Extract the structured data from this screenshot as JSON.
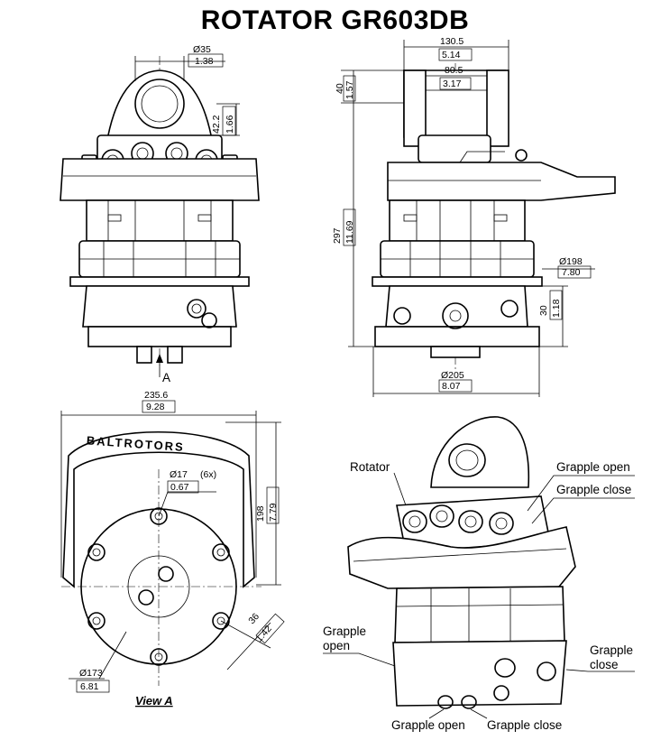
{
  "title": "ROTATOR  GR603DB",
  "front_view": {
    "dim_hole_diameter": {
      "mm": "Ø35",
      "inch": "1.38"
    },
    "dim_pin_height": {
      "mm": "42.2",
      "inch": "1.66"
    },
    "view_marker": "A"
  },
  "side_view": {
    "dim_outer_width": {
      "mm": "130.5",
      "inch": "5.14"
    },
    "dim_inner_width": {
      "mm": "80.5",
      "inch": "3.17"
    },
    "dim_top": {
      "mm": "40",
      "inch": "1.57"
    },
    "dim_total_height": {
      "mm": "297",
      "inch": "11.69"
    },
    "dim_housing_diameter": {
      "mm": "Ø198",
      "inch": "7.80"
    },
    "dim_bottom_height": {
      "mm": "30",
      "inch": "1.18"
    },
    "dim_base_diameter": {
      "mm": "Ø205",
      "inch": "8.07"
    }
  },
  "view_a": {
    "dim_width": {
      "mm": "235.6",
      "inch": "9.28"
    },
    "dim_hole": {
      "mm": "Ø17",
      "count": "(6x)",
      "inch": "0.67"
    },
    "dim_height": {
      "mm": "198",
      "inch": "7.79"
    },
    "dim_offset": {
      "mm": "36",
      "inch": "1.42"
    },
    "dim_bolt_circle": {
      "mm": "Ø173",
      "inch": "6.81"
    },
    "brand_text": "BALTROTORS",
    "caption": "View A"
  },
  "iso_view": {
    "label_rotator": "Rotator",
    "label_grapple_open_top": "Grapple open",
    "label_grapple_close_top": "Grapple close",
    "label_grapple_open_left_1": "Grapple",
    "label_grapple_open_left_2": "open",
    "label_grapple_close_right_1": "Grapple",
    "label_grapple_close_right_2": "close",
    "label_grapple_open_bottom": "Grapple open",
    "label_grapple_close_bottom": "Grapple close"
  }
}
